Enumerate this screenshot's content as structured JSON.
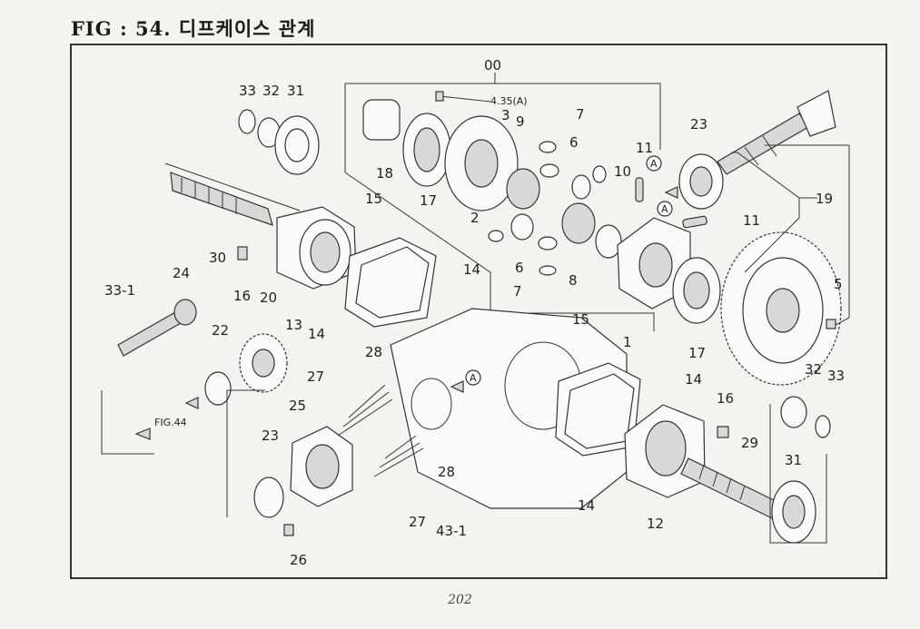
{
  "header": {
    "title": "FIG : 54. 디프케이스 관계"
  },
  "footer": {
    "page_number": "202"
  },
  "callouts": {
    "c00": "00",
    "c435": "4.35(A)",
    "c3": "3",
    "c7a": "7",
    "c6a": "6",
    "c9": "9",
    "c33a": "33",
    "c32a": "32",
    "c31a": "31",
    "c18": "18",
    "c17a": "17",
    "c2": "2",
    "c11a": "11",
    "c10": "10",
    "c23a": "23",
    "c19": "19",
    "c11b": "11",
    "c15a": "15",
    "c14a": "14",
    "c30": "30",
    "c16a": "16",
    "c13": "13",
    "c6b": "6",
    "c7b": "7",
    "c8": "8",
    "c1": "1",
    "c17b": "17",
    "c5": "5",
    "c331": "33-1",
    "c24": "24",
    "c20": "20",
    "c22": "22",
    "c14b": "14",
    "c28a": "28",
    "c27a": "27",
    "c15b": "15",
    "c14c": "14",
    "c16b": "16",
    "c32b": "32",
    "c33b": "33",
    "cfig": "FIG.44",
    "c25": "25",
    "c23b": "23",
    "c29": "29",
    "c31b": "31",
    "c28b": "28",
    "c27b": "27",
    "c431": "43-1",
    "c14d": "14",
    "c12": "12",
    "c26": "26",
    "cA1": "A",
    "cA2": "A",
    "cA3": "A"
  }
}
